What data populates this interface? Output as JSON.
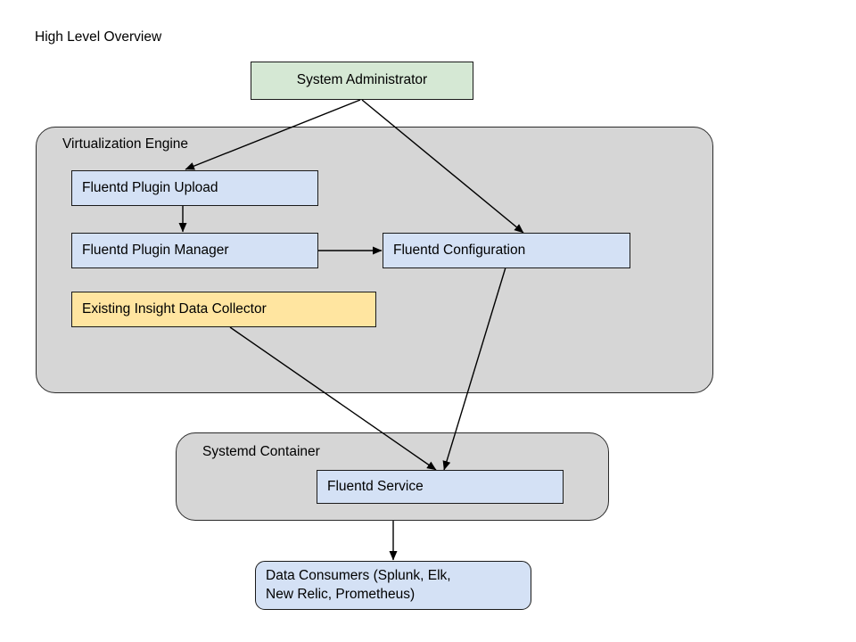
{
  "diagram": {
    "title": "High Level Overview",
    "background_color": "#ffffff",
    "type": "flowchart",
    "groups": [
      {
        "id": "virtualization-engine",
        "label": "Virtualization Engine",
        "fill": "#d6d6d6",
        "stroke": "#2b2b2b"
      },
      {
        "id": "systemd-container",
        "label": "Systemd Container",
        "fill": "#d6d6d6",
        "stroke": "#2b2b2b"
      }
    ],
    "nodes": [
      {
        "id": "system-administrator",
        "label": "System Administrator",
        "fill": "#d5e8d4",
        "stroke": "#1a1a1a",
        "shape": "rectangle",
        "align": "center"
      },
      {
        "id": "fluentd-plugin-upload",
        "label": "Fluentd Plugin Upload",
        "fill": "#d4e1f5",
        "stroke": "#1a1a1a",
        "shape": "rectangle",
        "align": "left"
      },
      {
        "id": "fluentd-plugin-manager",
        "label": "Fluentd Plugin Manager",
        "fill": "#d4e1f5",
        "stroke": "#1a1a1a",
        "shape": "rectangle",
        "align": "left"
      },
      {
        "id": "fluentd-configuration",
        "label": "Fluentd Configuration",
        "fill": "#d4e1f5",
        "stroke": "#1a1a1a",
        "shape": "rectangle",
        "align": "left"
      },
      {
        "id": "existing-insight-data-collector",
        "label": "Existing Insight Data Collector",
        "fill": "#ffe5a0",
        "stroke": "#1a1a1a",
        "shape": "rectangle",
        "align": "left"
      },
      {
        "id": "fluentd-service",
        "label": "Fluentd Service",
        "fill": "#d4e1f5",
        "stroke": "#1a1a1a",
        "shape": "rectangle",
        "align": "left"
      },
      {
        "id": "data-consumers",
        "label": "Data Consumers (Splunk, Elk,\nNew Relic, Prometheus)",
        "fill": "#d4e1f5",
        "stroke": "#1a1a1a",
        "shape": "rounded-rectangle",
        "align": "left"
      }
    ],
    "edges": [
      {
        "id": "admin-to-plugin-upload",
        "from": "system-administrator",
        "to": "fluentd-plugin-upload",
        "label": ""
      },
      {
        "id": "admin-to-configuration",
        "from": "system-administrator",
        "to": "fluentd-configuration",
        "label": ""
      },
      {
        "id": "upload-to-manager",
        "from": "fluentd-plugin-upload",
        "to": "fluentd-plugin-manager",
        "label": ""
      },
      {
        "id": "manager-to-configuration",
        "from": "fluentd-plugin-manager",
        "to": "fluentd-configuration",
        "label": ""
      },
      {
        "id": "configuration-to-service",
        "from": "fluentd-configuration",
        "to": "fluentd-service",
        "label": ""
      },
      {
        "id": "collector-to-service",
        "from": "existing-insight-data-collector",
        "to": "fluentd-service",
        "label": ""
      },
      {
        "id": "service-to-consumers",
        "from": "fluentd-service",
        "to": "data-consumers",
        "label": ""
      }
    ]
  }
}
